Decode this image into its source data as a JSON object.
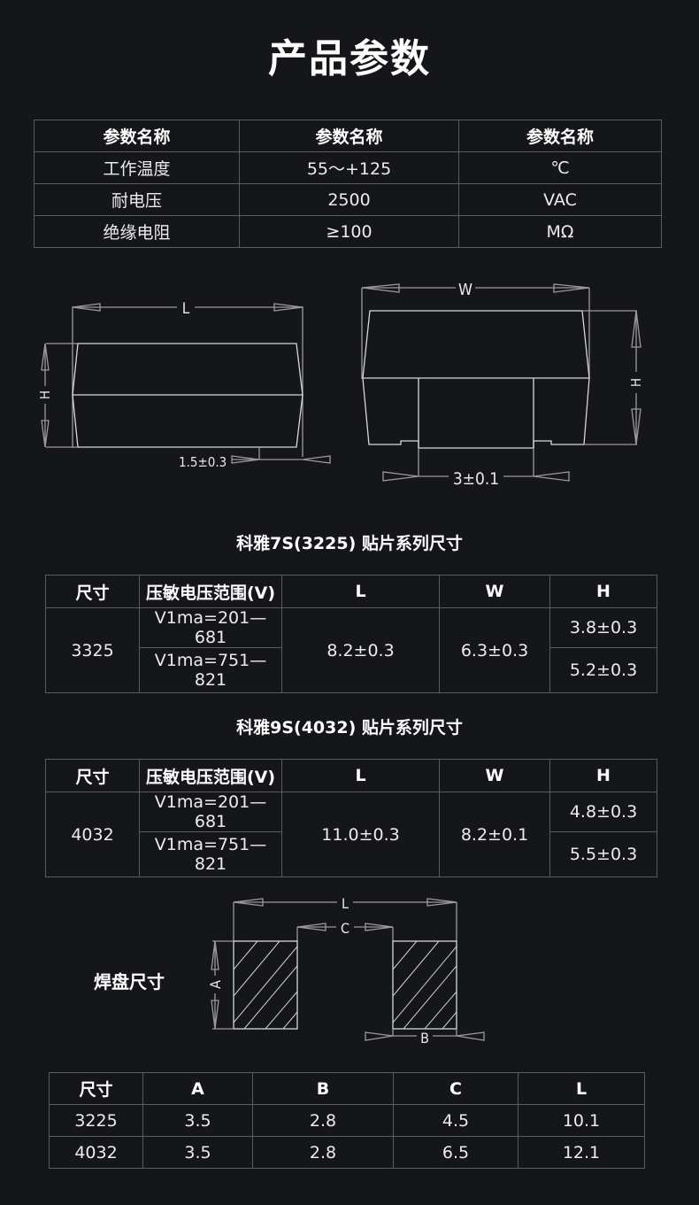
{
  "page_title": "产品参数",
  "params_table": {
    "headers": [
      "参数名称",
      "参数名称",
      "参数名称"
    ],
    "rows": [
      [
        "工作温度",
        "55～+125",
        "℃"
      ],
      [
        "耐电压",
        "2500",
        "VAC"
      ],
      [
        "绝缘电阻",
        "≥100",
        "MΩ"
      ]
    ]
  },
  "diagram_side": {
    "label_L": "L",
    "label_H": "H",
    "label_terminal": "1.5±0.3"
  },
  "diagram_front": {
    "label_W": "W",
    "label_H": "H",
    "label_bottom": "3±0.1"
  },
  "series_7s": {
    "title": "科雅7S(3225) 贴片系列尺寸",
    "headers": [
      "尺寸",
      "压敏电压范围(V)",
      "L",
      "W",
      "H"
    ],
    "size": "3325",
    "ranges": [
      "V1ma=201—681",
      "V1ma=751—821"
    ],
    "L": "8.2±0.3",
    "W": "6.3±0.3",
    "H": [
      "3.8±0.3",
      "5.2±0.3"
    ]
  },
  "series_9s": {
    "title": "科雅9S(4032) 贴片系列尺寸",
    "headers": [
      "尺寸",
      "压敏电压范围(V)",
      "L",
      "W",
      "H"
    ],
    "size": "4032",
    "ranges": [
      "V1ma=201—681",
      "V1ma=751—821"
    ],
    "L": "11.0±0.3",
    "W": "8.2±0.1",
    "H": [
      "4.8±0.3",
      "5.5±0.3"
    ]
  },
  "pad": {
    "label": "焊盘尺寸",
    "diagram": {
      "L": "L",
      "C": "C",
      "A": "A",
      "B": "B"
    },
    "table": {
      "headers": [
        "尺寸",
        "A",
        "B",
        "C",
        "L"
      ],
      "rows": [
        [
          "3225",
          "3.5",
          "2.8",
          "4.5",
          "10.1"
        ],
        [
          "4032",
          "3.5",
          "2.8",
          "6.5",
          "12.1"
        ]
      ]
    }
  }
}
